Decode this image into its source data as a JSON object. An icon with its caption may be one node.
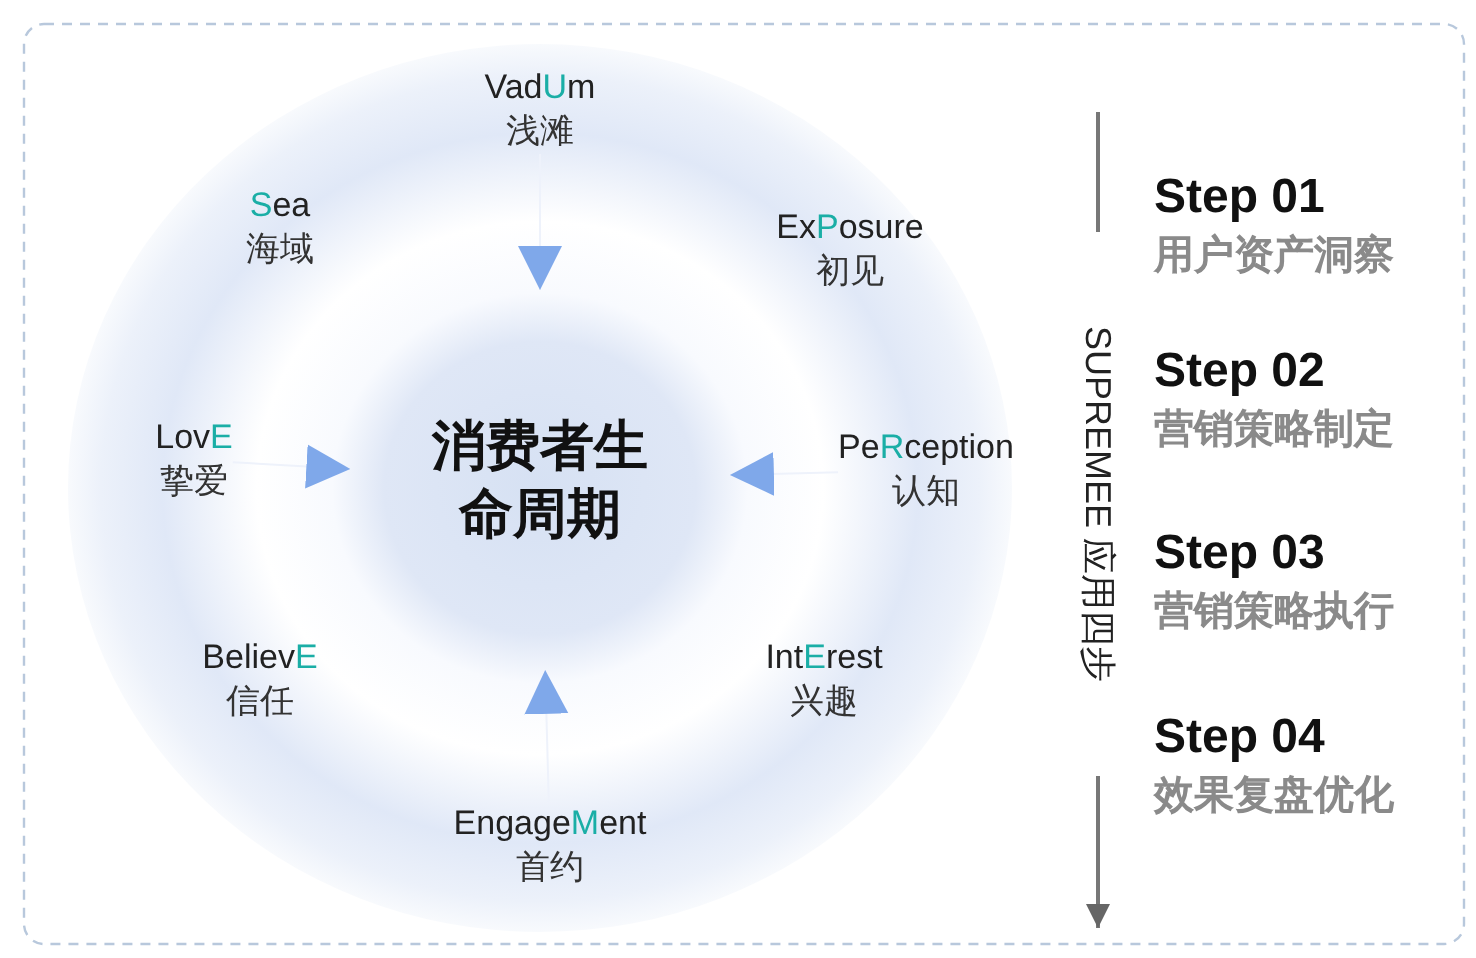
{
  "diagram": {
    "nodes": [
      {
        "text": [
          "VadUm",
          "浅滩"
        ]
      },
      {
        "text": [
          "Sea",
          "海域"
        ]
      },
      {
        "text": [
          "ExPosure",
          "初见"
        ]
      },
      {
        "text": [
          "LovE",
          "挚爱"
        ]
      },
      {
        "text": [
          "消费者生命周期"
        ]
      },
      {
        "text": [
          "PeRception",
          "认知"
        ]
      },
      {
        "text": [
          "BelievE",
          "信任"
        ]
      },
      {
        "text": [
          "IntErest",
          "兴趣"
        ]
      },
      {
        "text": [
          "EngageMent",
          "首约"
        ]
      },
      {
        "text": [
          "Step 01",
          "用户资产洞察"
        ]
      },
      {
        "text": [
          "Step 02",
          "营销策略制定"
        ]
      },
      {
        "text": [
          "Step 03",
          "营销策略执行"
        ]
      },
      {
        "text": [
          "Step 04",
          "效果复盘优化"
        ]
      }
    ],
    "edges": [
      {
        "from": 0,
        "to": 4,
        "arrow": "to"
      },
      {
        "from": 5,
        "to": 4,
        "arrow": "to"
      },
      {
        "from": 8,
        "to": 4,
        "arrow": "to"
      },
      {
        "from": 3,
        "to": 4,
        "arrow": "to"
      }
    ],
    "labels": [
      "SUPREMEE 应用四步"
    ]
  }
}
